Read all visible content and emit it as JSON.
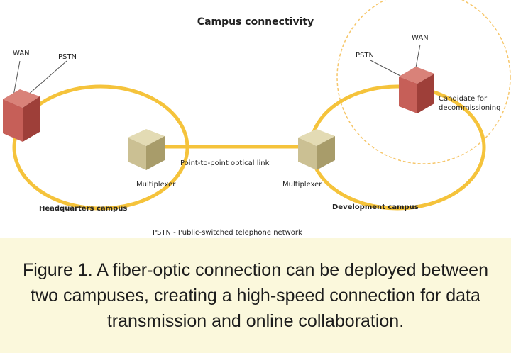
{
  "diagram": {
    "title": "Campus connectivity",
    "left_cube": {
      "wan": "WAN",
      "pstn": "PSTN"
    },
    "right_cube": {
      "wan": "WAN",
      "pstn": "PSTN",
      "note_line1": "Candidate for",
      "note_line2": "decommissioning"
    },
    "link_label": "Point-to-point optical link",
    "left_mux_label": "Multiplexer",
    "right_mux_label": "Multiplexer",
    "hq_label": "Headquarters campus",
    "dev_label": "Development campus",
    "footnote": "PSTN - Public-switched telephone network",
    "colors": {
      "ring": "#f5c33b",
      "dashed": "#f6c66a",
      "cube_red": "#c65f58",
      "cube_tan": "#cbc093",
      "caption_bg": "#fbf8dc"
    }
  },
  "caption": "Figure 1. A fiber-optic connection can be deployed between two campuses, creating a high-speed connection for data transmission and online collaboration."
}
